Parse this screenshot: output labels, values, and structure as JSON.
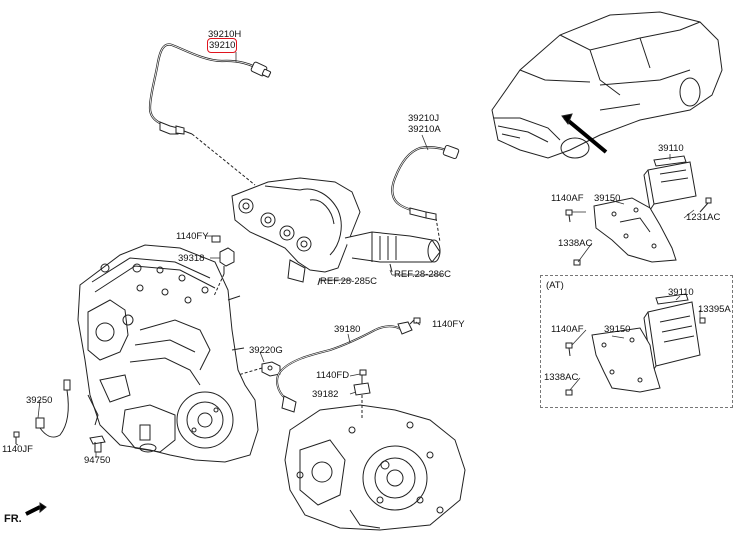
{
  "labels": {
    "l_39210H": "39210H",
    "l_39210": "39210",
    "l_39210J": "39210J",
    "l_39210A": "39210A",
    "l_1140FY_a": "1140FY",
    "l_39318": "39318",
    "l_ref285": "REF.28-285C",
    "l_ref286": "REF.28-286C",
    "l_39110_a": "39110",
    "l_1140AF_a": "1140AF",
    "l_39150_a": "39150",
    "l_1231AC": "1231AC",
    "l_1338AC_a": "1338AC",
    "l_at": "(AT)",
    "l_39110_b": "39110",
    "l_13395A": "13395A",
    "l_1140AF_b": "1140AF",
    "l_39150_b": "39150",
    "l_1338AC_b": "1338AC",
    "l_39180": "39180",
    "l_1140FY_b": "1140FY",
    "l_39220G": "39220G",
    "l_1140FD": "1140FD",
    "l_39182": "39182",
    "l_39250": "39250",
    "l_1140JF": "1140JF",
    "l_94750": "94750",
    "l_fr": "FR."
  },
  "highlight": {
    "part": "39210",
    "color": "#e0141e"
  }
}
